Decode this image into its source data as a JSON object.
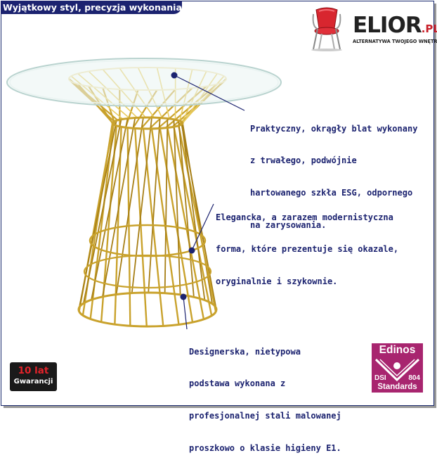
{
  "banner": {
    "text": "Wyjątkowy styl, precyzja wykonania!"
  },
  "logo": {
    "brand": "ELIOR",
    "brand_suffix": ".PL",
    "tagline": "ALTERNATYWA TWOJEGO WNĘTRZA"
  },
  "callouts": [
    {
      "lines": [
        "Praktyczny, okrągły blat wykonany",
        "z trwałego, podwójnie",
        "hartowanego szkła ESG, odpornego",
        "na zarysowania."
      ]
    },
    {
      "lines": [
        "Elegancka, a zarazem modernistyczna",
        "forma, które prezentuje się okazale,",
        "oryginalnie i szykownie."
      ]
    },
    {
      "lines": [
        "Designerska, nietypowa",
        "podstawa wykonana z",
        "profesjonalnej stali malowanej",
        "proszkowo o klasie higieny E1."
      ]
    }
  ],
  "warranty": {
    "big": "10 lat",
    "small": "Gwarancji"
  },
  "certificate": {
    "brand": "Edinos",
    "dsi": "DSI",
    "number": "804",
    "label": "Standards"
  },
  "colors": {
    "navy": "#1c2370",
    "gold": "#c9a22c",
    "glass": "#cfe4e0",
    "magenta": "#a8256f",
    "red": "#e2232a"
  }
}
